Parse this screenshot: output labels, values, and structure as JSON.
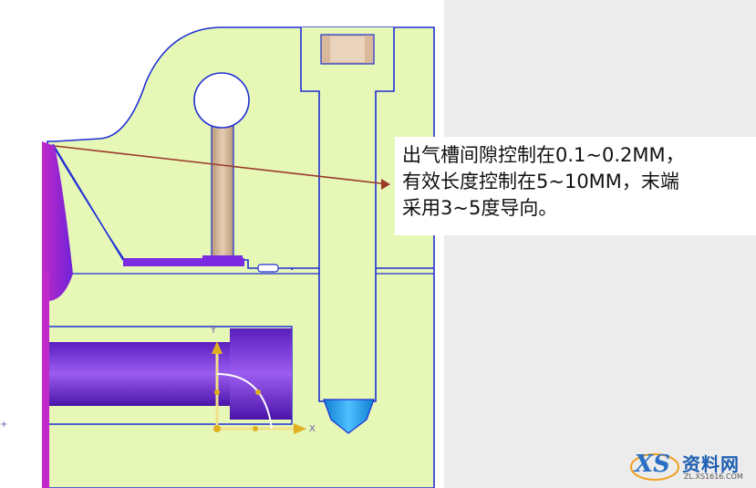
{
  "annotation": {
    "lines": [
      "出气槽间隙控制在0.1~0.2MM，",
      "有效长度控制在5~10MM，末端",
      "采用3~5度导向。"
    ]
  },
  "axes": {
    "x_label": "X",
    "y_label": "Y"
  },
  "watermark": {
    "logo": "XS",
    "name": "资料网",
    "url": "ZL.XS1616.COM"
  },
  "colors": {
    "plate_fill": "#e6f7b6",
    "outline": "#1f2fd6",
    "part_purple": "#7a2be0",
    "pin_tan": "#d9b99a",
    "leader_line": "#9b3a2a",
    "bolt_tip_blue": "#1fa0e8"
  },
  "icons": [
    "coordinate-triad-icon",
    "watermark-logo-icon"
  ]
}
